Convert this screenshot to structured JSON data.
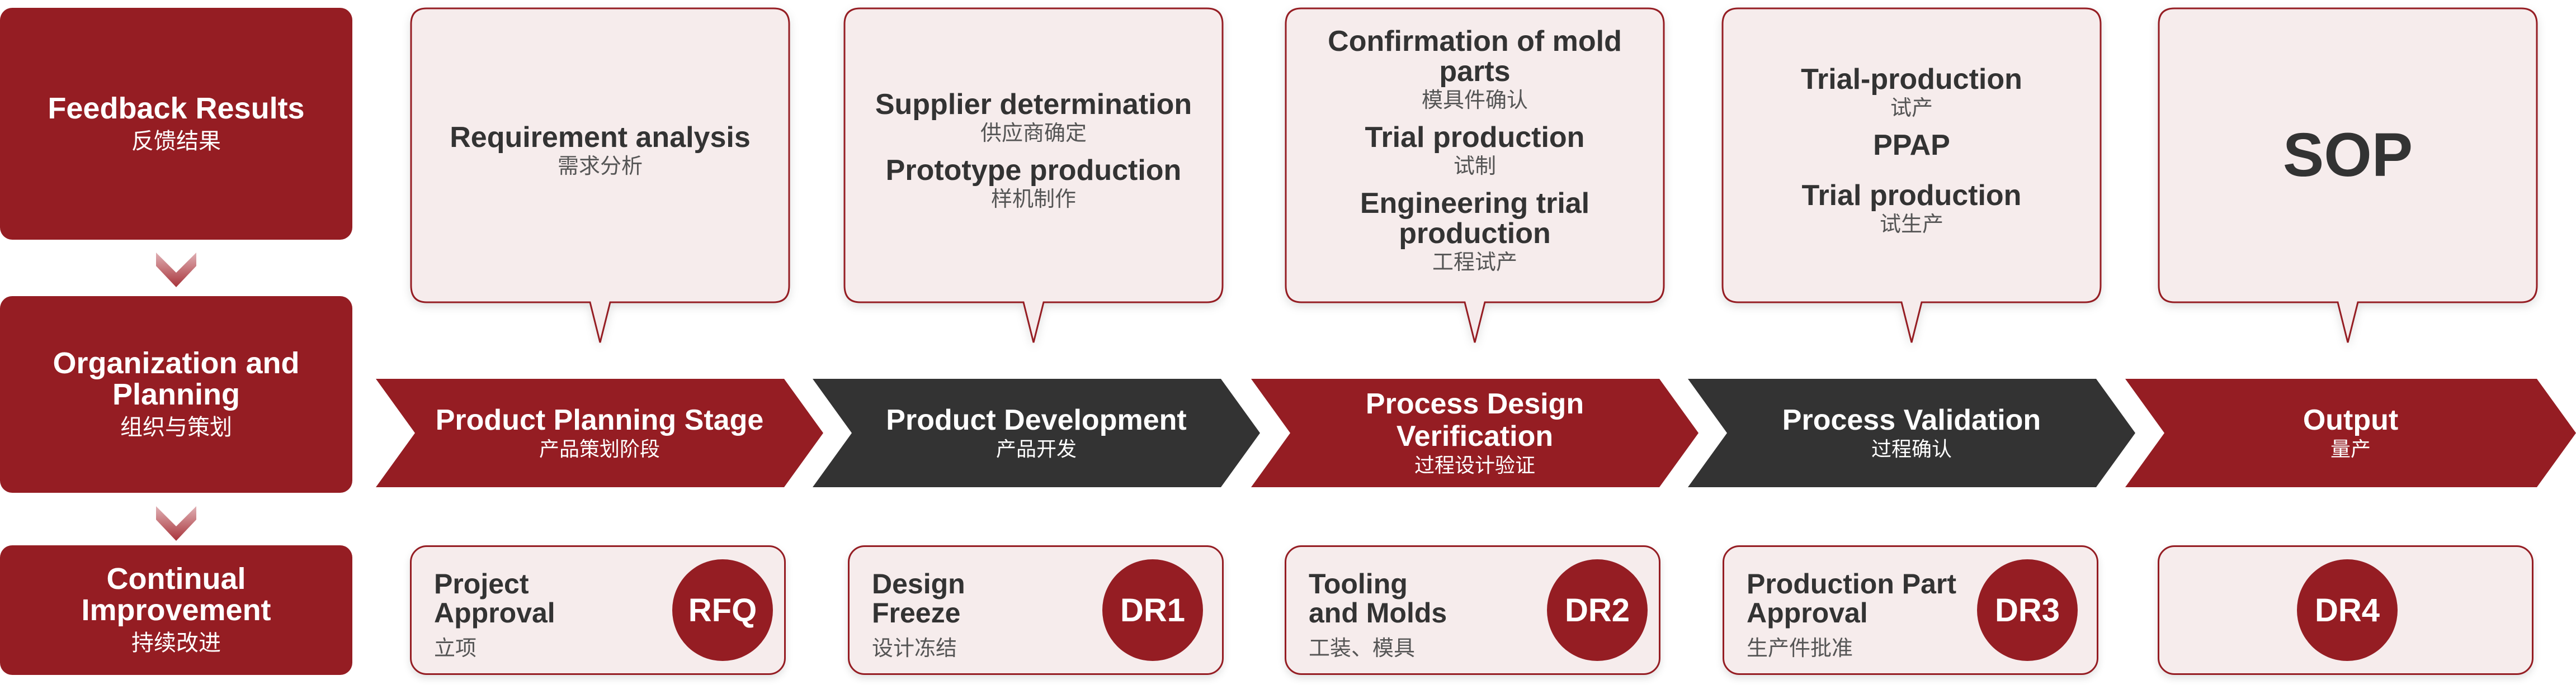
{
  "colors": {
    "accent": "#951d23",
    "dark": "#333333",
    "callout_bg": "#f6ecec",
    "text": "#333333",
    "subtext": "#555555"
  },
  "side": [
    {
      "en": "Feedback Results",
      "zh": "反馈结果"
    },
    {
      "en": "Organization and Planning",
      "zh": "组织与策划"
    },
    {
      "en": "Continual Improvement",
      "zh": "持续改进"
    }
  ],
  "callouts": [
    {
      "items": [
        {
          "en": "Requirement analysis",
          "zh": "需求分析"
        }
      ]
    },
    {
      "items": [
        {
          "en": "Supplier determination",
          "zh": "供应商确定"
        },
        {
          "en": "Prototype production",
          "zh": "样机制作"
        }
      ]
    },
    {
      "items": [
        {
          "en": "Confirmation of mold parts",
          "zh": "模具件确认"
        },
        {
          "en": "Trial production",
          "zh": "试制"
        },
        {
          "en": "Engineering trial production",
          "zh": "工程试产"
        }
      ]
    },
    {
      "items": [
        {
          "en": "Trial-production",
          "zh": "试产"
        },
        {
          "en": "PPAP",
          "zh": ""
        },
        {
          "en": "Trial production",
          "zh": "试生产"
        }
      ]
    },
    {
      "big": "SOP"
    }
  ],
  "stages": [
    {
      "en": "Product Planning Stage",
      "zh": "产品策划阶段",
      "color": "#951d23"
    },
    {
      "en": "Product Development",
      "zh": "产品开发",
      "color": "#333333"
    },
    {
      "en": "Process Design Verification",
      "zh": "过程设计验证",
      "color": "#951d23"
    },
    {
      "en": "Process Validation",
      "zh": "过程确认",
      "color": "#333333"
    },
    {
      "en": "Output",
      "zh": "量产",
      "color": "#951d23"
    }
  ],
  "milestones": [
    {
      "en": "Project Approval",
      "zh": "立项",
      "badge": "RFQ"
    },
    {
      "en": "Design Freeze",
      "zh": "设计冻结",
      "badge": "DR1"
    },
    {
      "en": "Tooling and Molds",
      "zh": "工装、模具",
      "badge": "DR2"
    },
    {
      "en": "Production Part Approval",
      "zh": "生产件批准",
      "badge": "DR3"
    },
    {
      "en": "",
      "zh": "",
      "badge": "DR4"
    }
  ]
}
